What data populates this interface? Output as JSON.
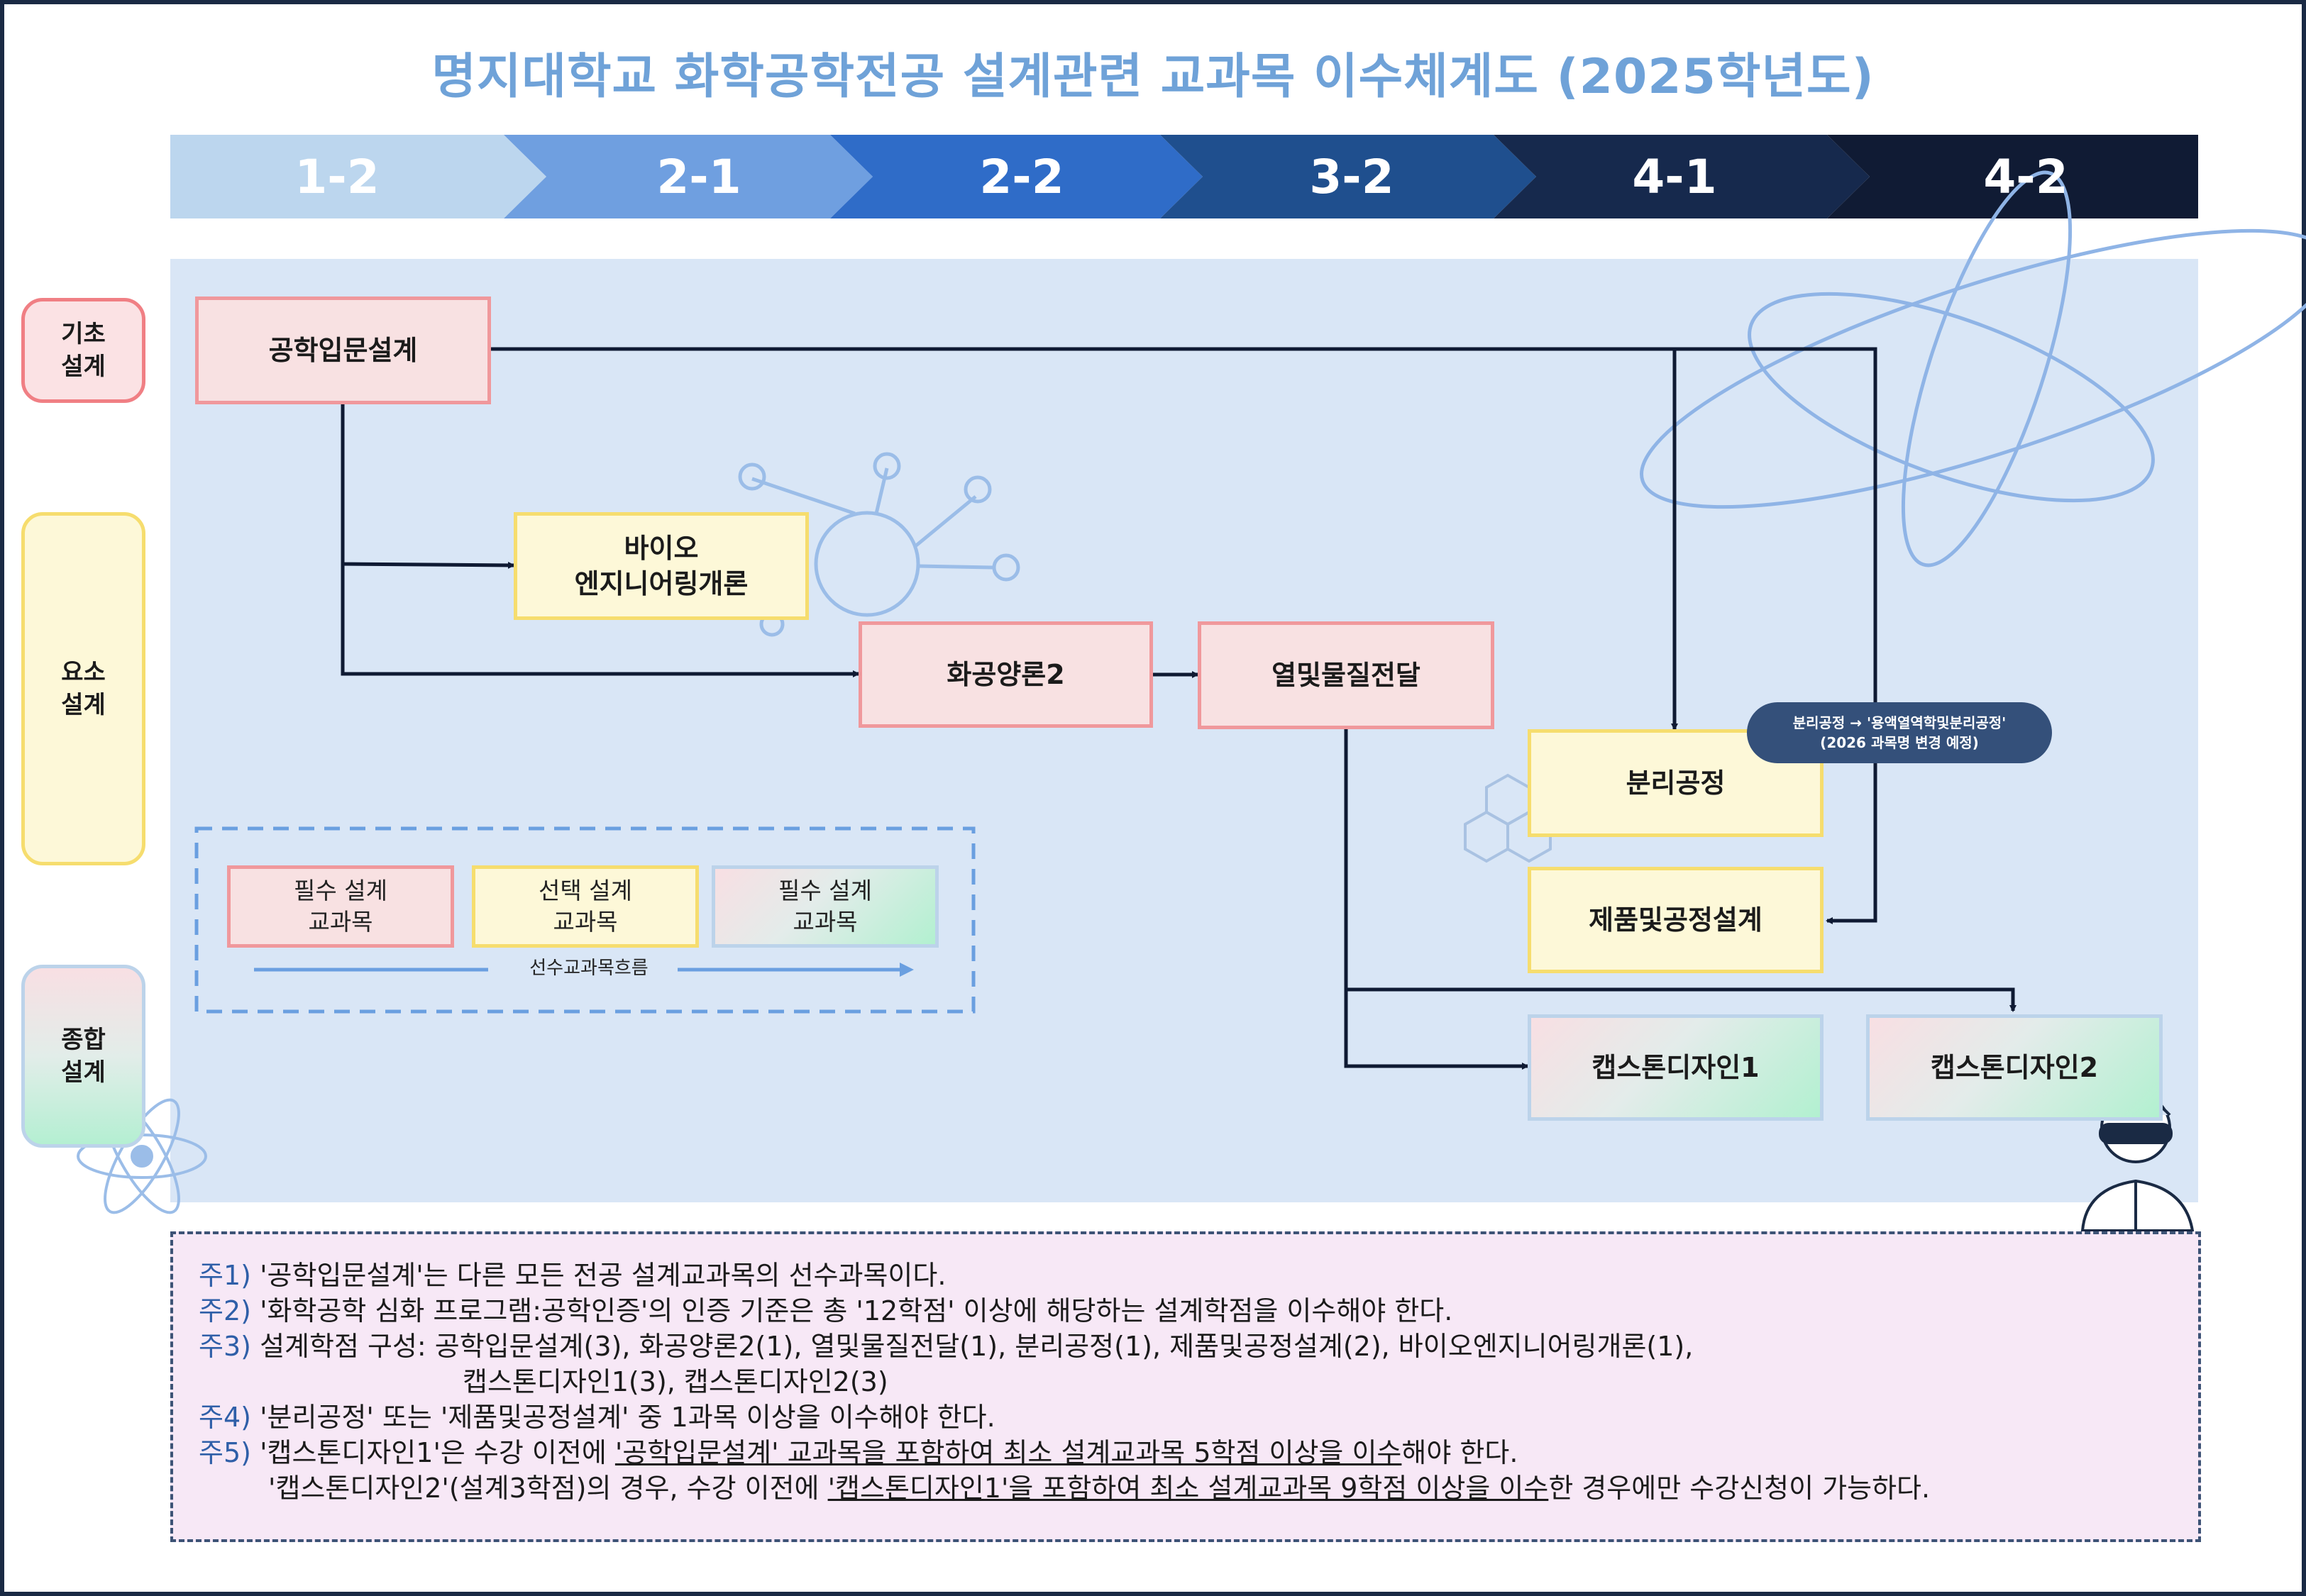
{
  "title": "명지대학교 화학공학전공 설계관련 교과목 이수체계도 (2025학년도)",
  "semesters": [
    "1-2",
    "2-1",
    "2-2",
    "3-2",
    "4-1",
    "4-2"
  ],
  "colors": {
    "title": "#6fa2d8",
    "semesters": [
      "#bcd6ee",
      "#6f9fe0",
      "#2f6cc8",
      "#1f4f8e",
      "#16294d",
      "#101b34"
    ],
    "required_fill": "#f8e1e2",
    "required_border": "#f0989c",
    "elective_fill": "#fdf8d8",
    "elective_border": "#f6dd6e",
    "arrow": "#0f1a33",
    "flow_area": "#d9e6f6"
  },
  "categories": {
    "basic": "기초\n설계",
    "element": "요소\n설계",
    "synthesis": "종합\n설계"
  },
  "courses": {
    "intro_design": "공학입문설계",
    "bio_eng": "바이오\n엔지니어링개론",
    "chem_theory2": "화공양론2",
    "heat_mass": "열및물질전달",
    "separation": "분리공정",
    "product_process": "제품및공정설계",
    "capstone1": "캡스톤디자인1",
    "capstone2": "캡스톤디자인2"
  },
  "badge": {
    "line1": "분리공정 → '용액열역학및분리공정'",
    "line2": "(2026 과목명 변경 예정)"
  },
  "legend": {
    "required": "필수 설계\n교과목",
    "elective": "선택 설계\n교과목",
    "required_synthesis": "필수 설계\n교과목",
    "flow": "선수교과목흐름"
  },
  "notes": {
    "n1_label": "주1)",
    "n1_text": "'공학입문설계'는 다른 모든 전공 설계교과목의 선수과목이다.",
    "n2_label": "주2)",
    "n2_text": "'화학공학 심화 프로그램:공학인증'의 인증 기준은 총 '12학점' 이상에 해당하는 설계학점을 이수해야 한다.",
    "n3_label": "주3)",
    "n3_text": "설계학점 구성: 공학입문설계(3), 화공양론2(1), 열및물질전달(1), 분리공정(1), 제품및공정설계(2), 바이오엔지니어링개론(1),",
    "n3_cont": "캡스톤디자인1(3), 캡스톤디자인2(3)",
    "n4_label": "주4)",
    "n4_text": "'분리공정' 또는 '제품및공정설계' 중 1과목 이상을 이수해야 한다.",
    "n5_label": "주5)",
    "n5_a": "'캡스톤디자인1'은 수강 이전에 ",
    "n5_b": "'공학입문설계' 교과목을 포함하여 최소 설계교과목 5학점 이상을 이수",
    "n5_c": "해야 한다.",
    "n6_a": "'캡스톤디자인2'(설계3학점)의 경우, 수강 이전에 ",
    "n6_b": "'캡스톤디자인1'을 포함하여 최소 설계교과목 9학점 이상을 이수",
    "n6_c": "한 경우에만 수강신청이 가능하다."
  }
}
